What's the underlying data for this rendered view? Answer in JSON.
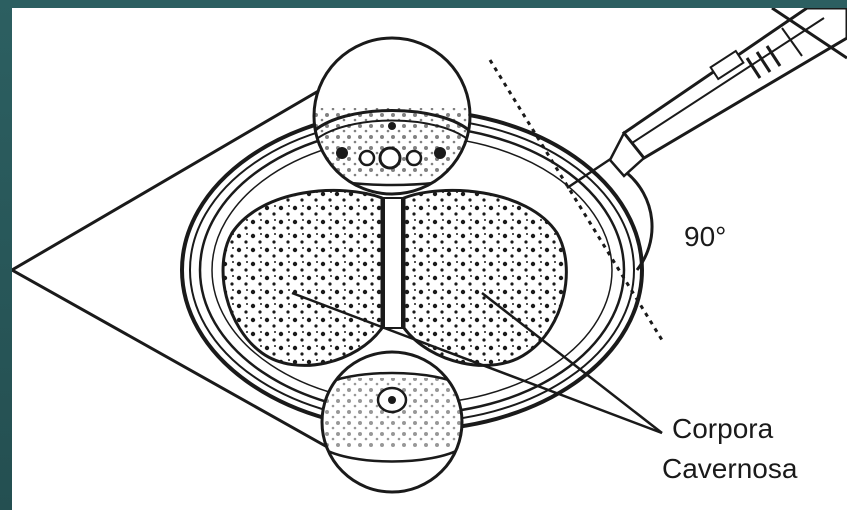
{
  "figure": {
    "angle_label": "90°",
    "structure_label_line1": "Corpora",
    "structure_label_line2": "Cavernosa"
  },
  "colors": {
    "frame": "#2a5a5c",
    "background": "#ffffff",
    "ink": "#1a1a1a"
  }
}
